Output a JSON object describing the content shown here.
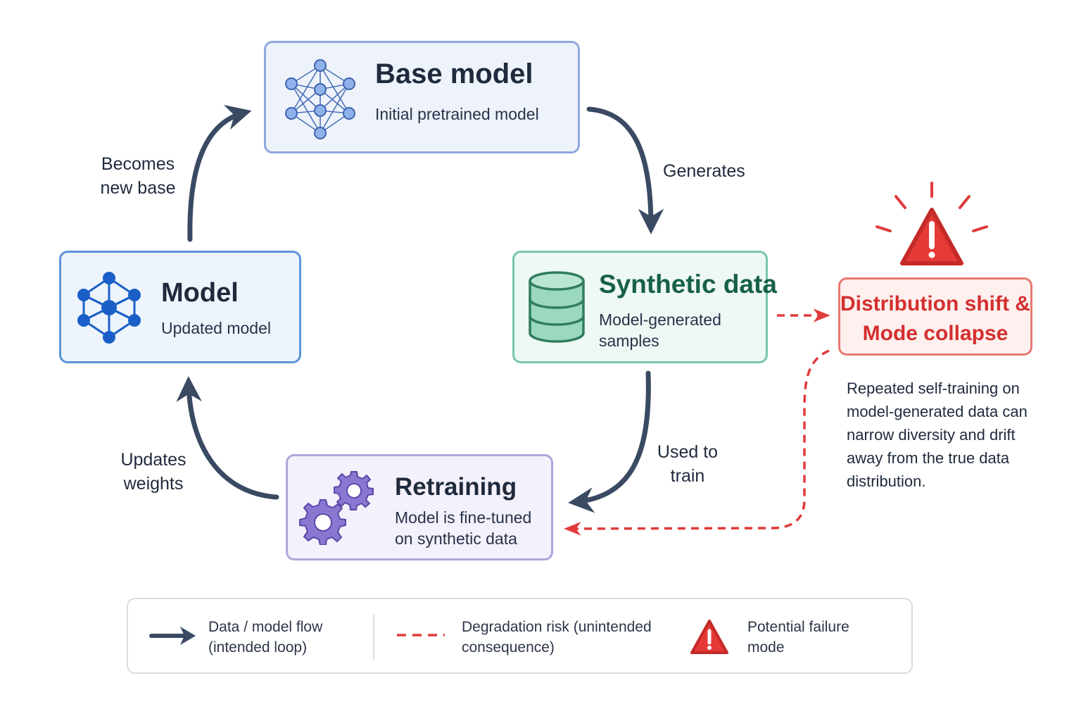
{
  "nodes": {
    "base": {
      "title": "Base model",
      "subtitle": "Initial pretrained model",
      "icon": "neural-network-icon"
    },
    "model": {
      "title": "Model",
      "subtitle": "Updated model",
      "icon": "neural-network-icon"
    },
    "synthetic": {
      "title": "Synthetic data",
      "subtitle": "Model-generated samples",
      "icon": "database-icon"
    },
    "retraining": {
      "title": "Retraining",
      "subtitle": "Model is fine-tuned on synthetic data",
      "icon": "gears-icon"
    },
    "failure": {
      "title": "Distribution shift & Mode collapse",
      "icon": "warning-icon"
    }
  },
  "edges": {
    "generates": "Generates",
    "used_to_train": "Used to train",
    "updates_weights": "Updates weights",
    "becomes_new_base": "Becomes new base"
  },
  "note": "Repeated self-training on model-generated data can narrow diversity and drift away from the true data distribution.",
  "legend": {
    "flow": "Data / model flow (intended loop)",
    "risk": "Degradation risk (unintended consequence)",
    "failure": "Potential failure mode"
  },
  "colors": {
    "arrow": "#3a4a63",
    "risk": "#e03b3b",
    "base_border": "#8fa8dd",
    "model_border": "#5b95d6",
    "synthetic_border": "#79c7a6",
    "retraining_border": "#b2a4dc",
    "failure_border": "#e67a70"
  }
}
